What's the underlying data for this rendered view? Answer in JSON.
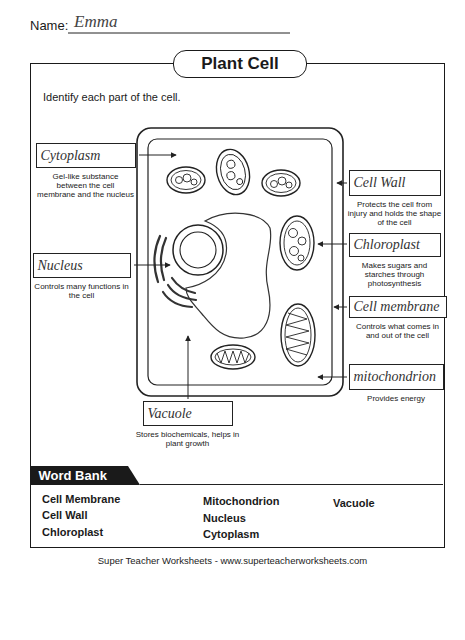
{
  "diagram": {
    "title": "Plant Cell",
    "nodes": [
      {
        "text": [
          "Identify each part of the cell."
        ]
      },
      {
        "text": [
          "Cytoplasm",
          "Gel-like substance between the cell membrane and the nucleus"
        ],
        "in": 0
      },
      {
        "text": [
          "Cell Wall",
          "Protects the cell from injury and holds the shape of the cell"
        ],
        "in": 0
      },
      {
        "text": [
          "Chloroplast",
          "Makes sugars and starches through photosynthesis"
        ],
        "in": 0
      },
      {
        "text": [
          "Nucleus",
          "Controls many functions in the cell"
        ],
        "in": 0
      },
      {
        "text": [
          "Cell membrane",
          "Controls what comes in and out of the cell"
        ],
        "in": 0
      },
      {
        "text": [
          "mitochondrion",
          "Provides energy"
        ],
        "in": 0
      },
      {
        "text": [
          "Vacuole",
          "Stores biochemicals, helps in plant growth"
        ],
        "in": 0
      },
      {
        "text": [
          "Word Bank"
        ],
        "in": 0
      }
    ],
    "labels": [
      "Name:",
      "Emma",
      "Cell Membrane",
      "Cell Wall",
      "Chloroplast",
      "Mitochondrion",
      "Nucleus",
      "Cytoplasm",
      "Vacuole",
      "Super Teacher Worksheets - www.superteacherworksheets.com"
    ]
  }
}
